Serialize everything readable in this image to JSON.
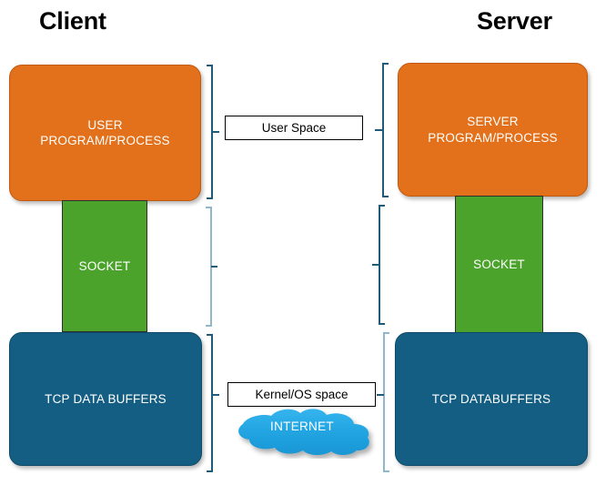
{
  "diagram": {
    "title_client": "Client",
    "title_server": "Server",
    "colors": {
      "orange": "#E3701A",
      "green": "#4CA32C",
      "blue": "#145E83",
      "cloud_blue": "#29ABE2",
      "bracket_dark": "#1F5C7A",
      "bracket_light": "#8FB8CC",
      "text_on_fill": "#FFFFFF",
      "text_dark": "#000000"
    }
  },
  "client": {
    "user_program": "USER\nPROGRAM/PROCESS",
    "user_program_line1": "USER",
    "user_program_line2": "PROGRAM/PROCESS",
    "socket": "SOCKET",
    "tcp_buffers": "TCP DATA BUFFERS"
  },
  "server": {
    "user_program_line1": "SERVER",
    "user_program_line2": "PROGRAM/PROCESS",
    "socket": "SOCKET",
    "tcp_buffers": "TCP DATABUFFERS"
  },
  "labels": {
    "user_space": "User Space",
    "kernel_os_space": "Kernel/OS space",
    "internet": "INTERNET"
  }
}
